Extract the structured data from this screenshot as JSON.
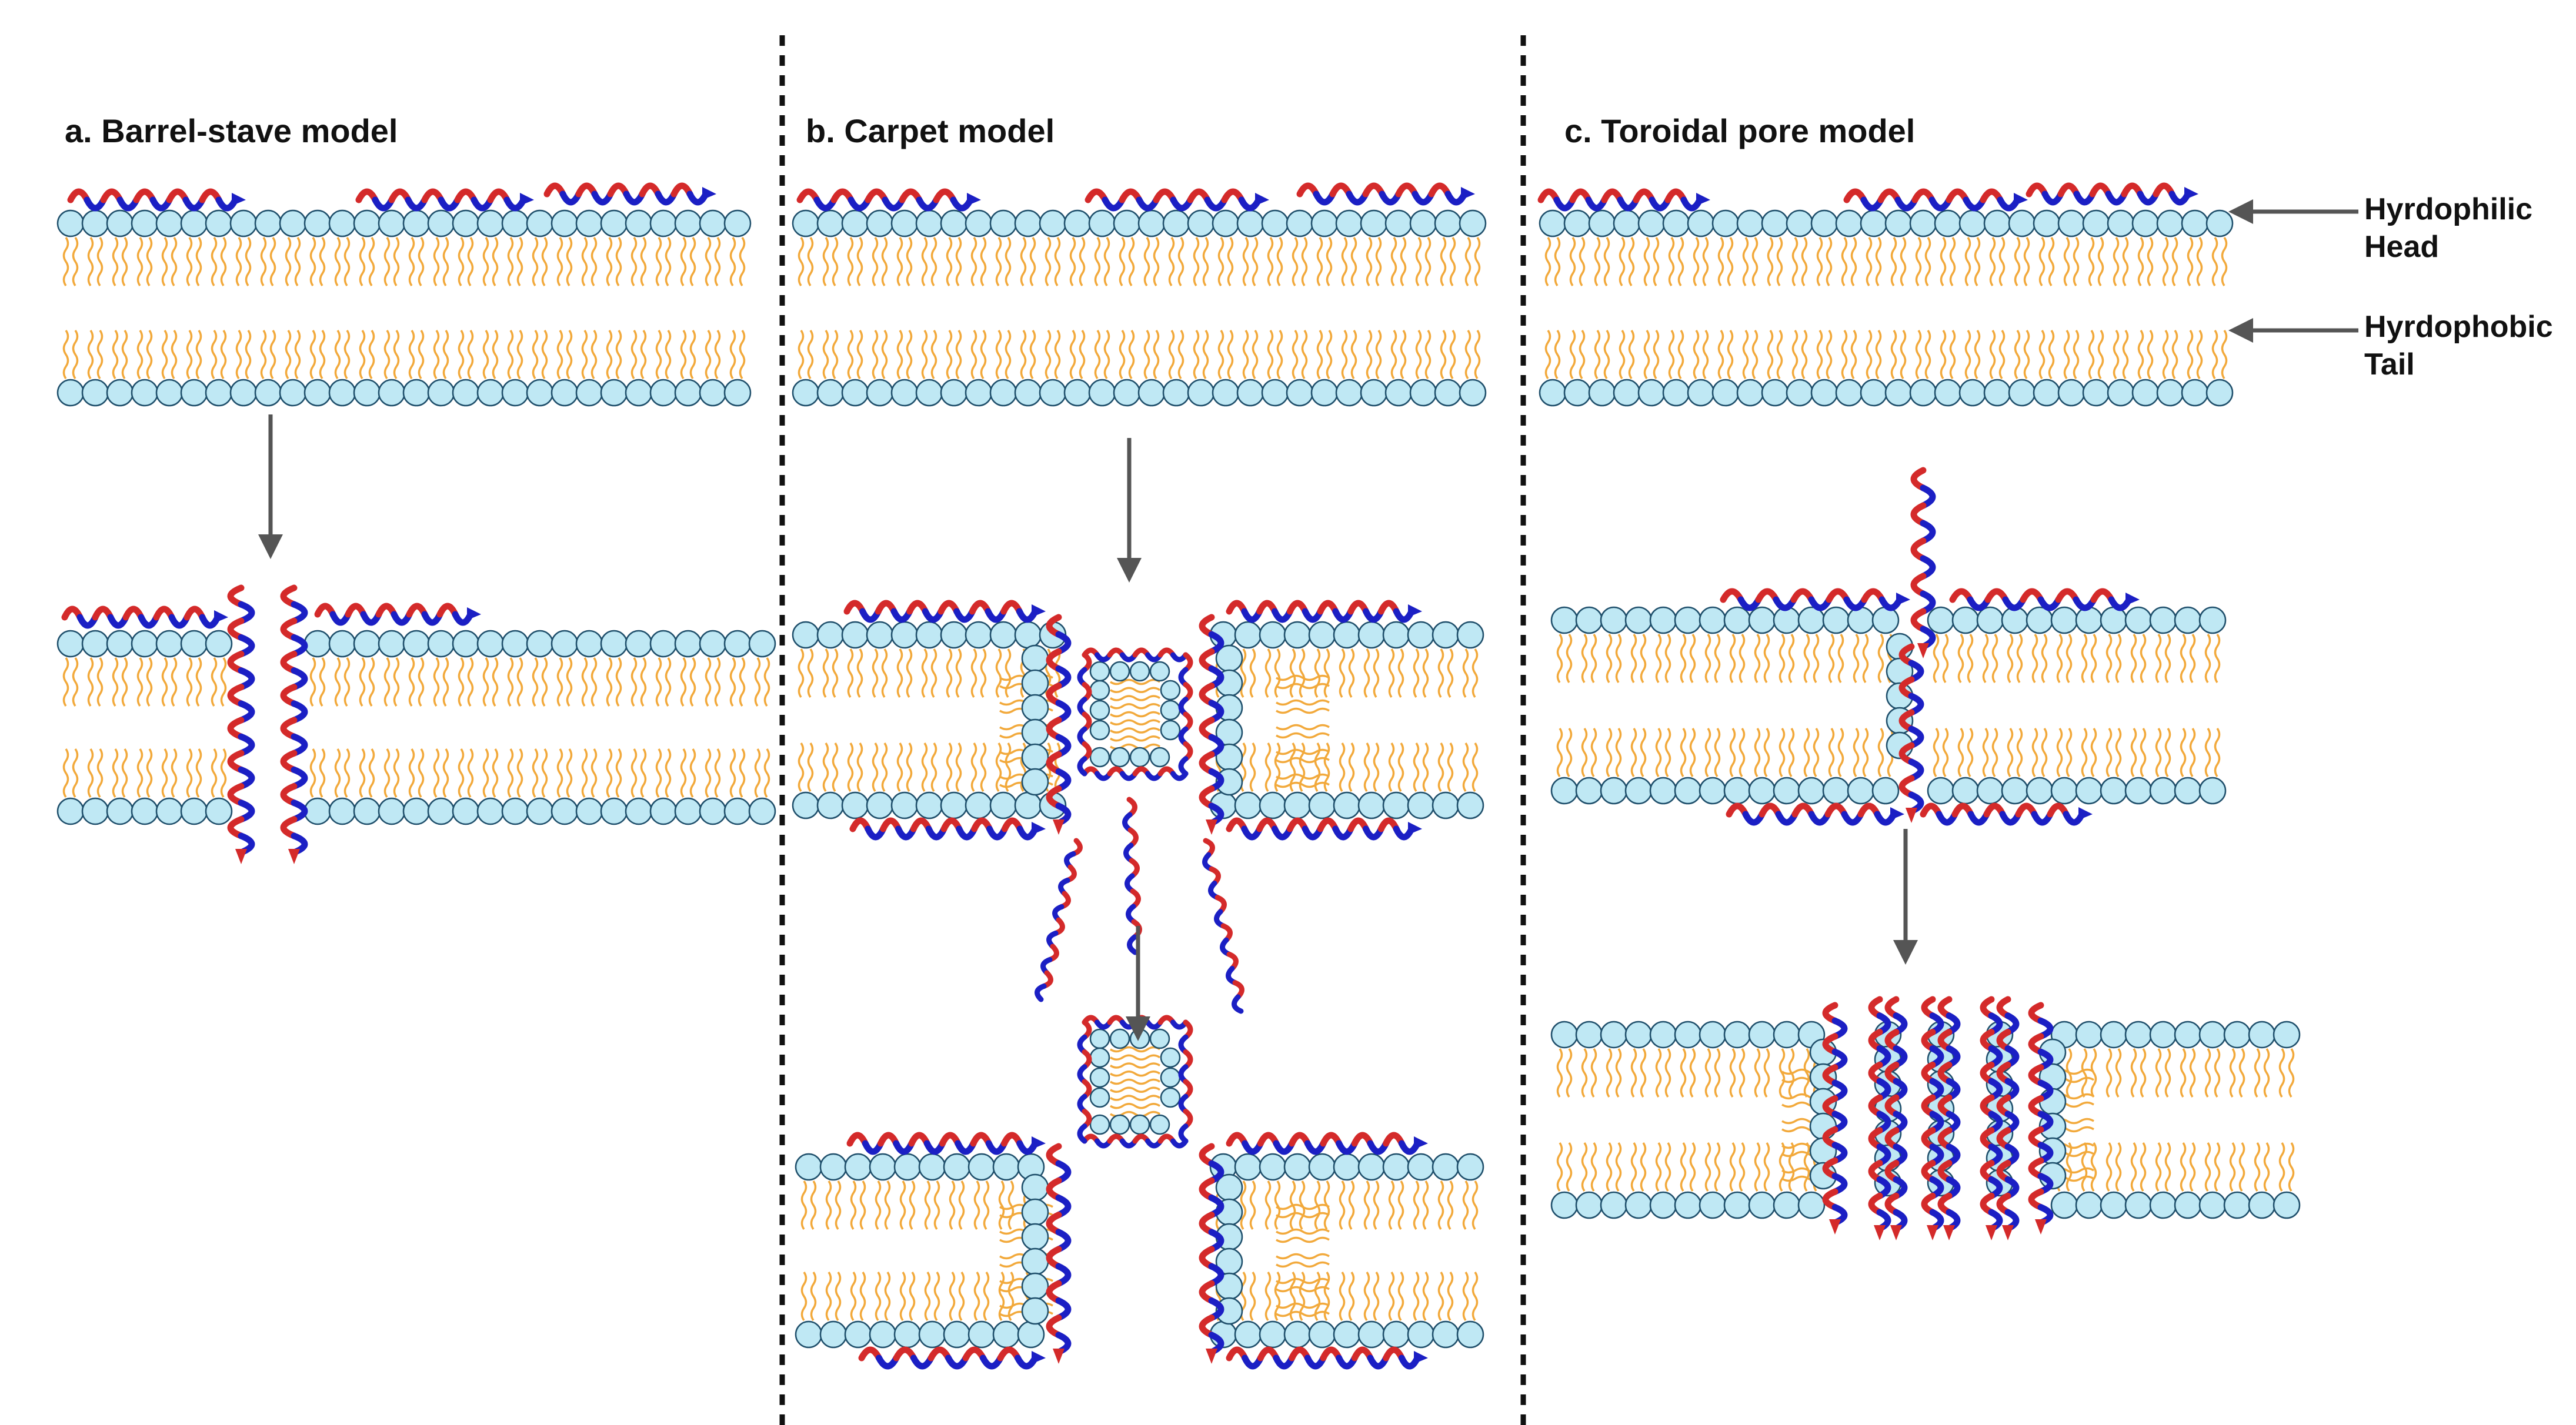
{
  "panels": {
    "a": {
      "title": "a. Barrel-stave model"
    },
    "b": {
      "title": "b. Carpet model"
    },
    "c": {
      "title": "c. Toroidal pore model"
    }
  },
  "legend": {
    "head": {
      "line1": "Hyrdophilic",
      "line2": "Head"
    },
    "tail": {
      "line1": "Hyrdophobic",
      "line2": "Tail"
    }
  },
  "colors": {
    "head_fill": "#bfe8f4",
    "head_stroke": "#1f4f6b",
    "tail": "#f2a93b",
    "helix_red": "#d42a2a",
    "helix_blue": "#1b1fc4",
    "arrow": "#555555",
    "divider": "#111111"
  }
}
